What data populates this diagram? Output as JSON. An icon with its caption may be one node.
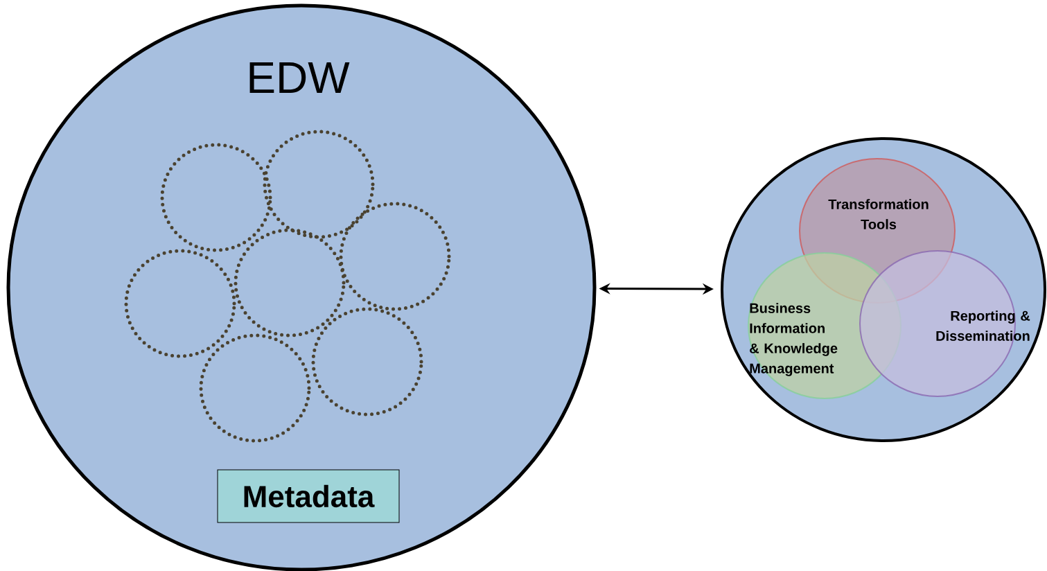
{
  "diagram": {
    "nodes": [
      {
        "text": [
          "EDW"
        ]
      },
      {
        "text": [],
        "shape": "circle",
        "in": 0
      },
      {
        "text": [],
        "shape": "circle",
        "in": 0
      },
      {
        "text": [],
        "shape": "circle",
        "in": 0
      },
      {
        "text": [],
        "shape": "circle",
        "in": 0
      },
      {
        "text": [],
        "shape": "circle",
        "in": 0
      },
      {
        "text": [],
        "shape": "circle",
        "in": 0
      },
      {
        "text": [],
        "shape": "circle",
        "in": 0
      },
      {
        "text": [
          "Metadata"
        ],
        "in": 0
      },
      {
        "text": [],
        "shape": "circle"
      },
      {
        "text": [
          "Transformation Tools"
        ],
        "in": 9
      },
      {
        "text": [
          "Business Information & Knowledge Management"
        ],
        "in": 9
      },
      {
        "text": [
          "Reporting & Dissemination"
        ],
        "in": 9
      }
    ],
    "edges": [
      {
        "from": 0,
        "to": 9,
        "arrow": "both"
      }
    ]
  }
}
